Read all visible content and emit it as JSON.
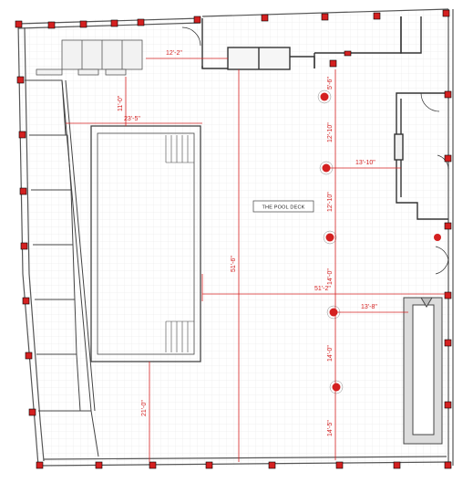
{
  "title": "THE POOL DECK",
  "colors": {
    "accent": "#d42020",
    "wall": "#333333",
    "grid": "#e6e6e6",
    "glazing": "#9a9a9a"
  },
  "dimensions": {
    "top_bench_to_core": "12'-2\"",
    "pool_to_top_wall": "11'-0\"",
    "pool_width": "23'-5\"",
    "core_to_south_wall": "51'-6\"",
    "pool_to_south_wall": "21'-0\"",
    "column_row_1": "5'-6\"",
    "column_row_2": "12'-10\"",
    "column_row_3": "12'-10\"",
    "column_row_4": "14'-0\"",
    "column_to_stair": "13'-10\"",
    "pool_deck_width": "51'-2\"",
    "column_to_east_planter": "13'-8\"",
    "column_row_5": "14'-0\"",
    "column_row_6": "14'-5\""
  }
}
